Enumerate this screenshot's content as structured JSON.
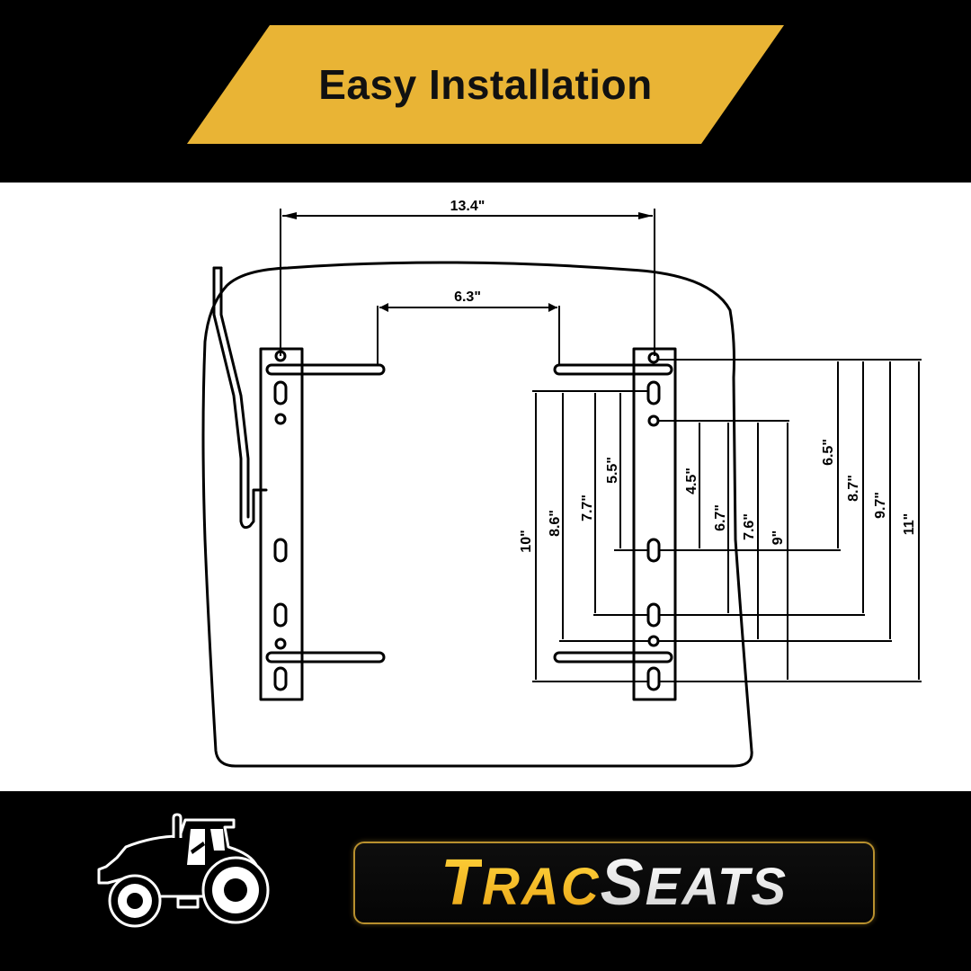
{
  "banner": {
    "title": "Easy Installation",
    "color": "#E9B435"
  },
  "diagram": {
    "subject": "seat mounting bracket dimensions",
    "dimensions": {
      "overall_width": "13.4\"",
      "inner_width": "6.3\"",
      "left_group": [
        "10\"",
        "8.6\"",
        "7.7\"",
        "5.5\""
      ],
      "middle_group": [
        "4.5\"",
        "6.7\"",
        "7.6\"",
        "9\""
      ],
      "right_group": [
        "6.5\"",
        "8.7\"",
        "9.7\"",
        "11\""
      ]
    }
  },
  "brand": {
    "icon": "tractor-icon",
    "logo_part1_big": "T",
    "logo_part1_small": "RAC",
    "logo_part2_big": "S",
    "logo_part2_small": "EATS",
    "logo_full": "TracSeats",
    "gold": "#F0B31C",
    "silver": "#F2F2F2"
  }
}
